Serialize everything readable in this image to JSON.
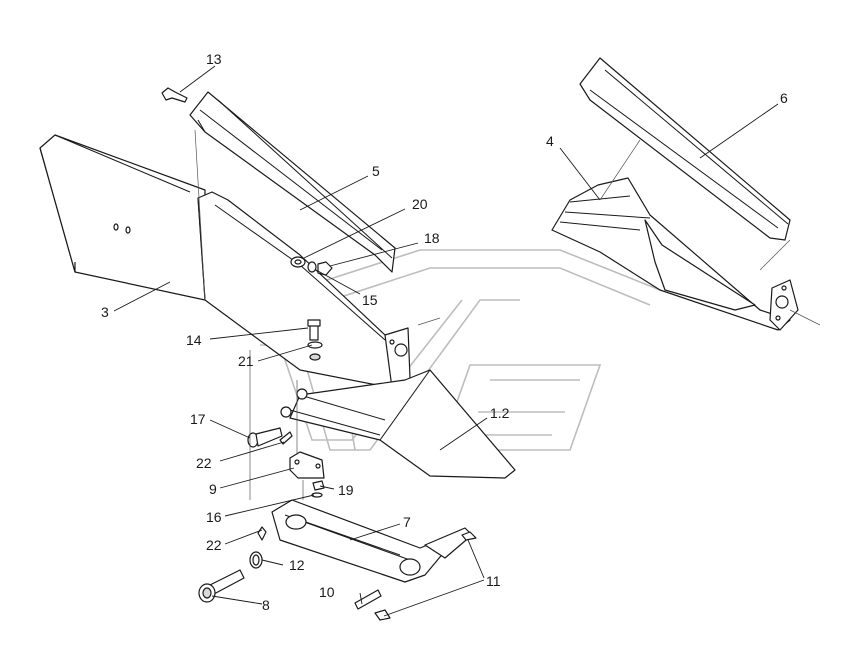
{
  "callouts": [
    {
      "label": "13"
    },
    {
      "label": "6"
    },
    {
      "label": "5"
    },
    {
      "label": "4"
    },
    {
      "label": "20"
    },
    {
      "label": "18"
    },
    {
      "label": "15"
    },
    {
      "label": "3"
    },
    {
      "label": "14"
    },
    {
      "label": "21"
    },
    {
      "label": "1.2"
    },
    {
      "label": "17"
    },
    {
      "label": "22"
    },
    {
      "label": "9"
    },
    {
      "label": "19"
    },
    {
      "label": "16"
    },
    {
      "label": "7"
    },
    {
      "label": "22"
    },
    {
      "label": "12"
    },
    {
      "label": "10"
    },
    {
      "label": "11"
    },
    {
      "label": "8"
    }
  ]
}
